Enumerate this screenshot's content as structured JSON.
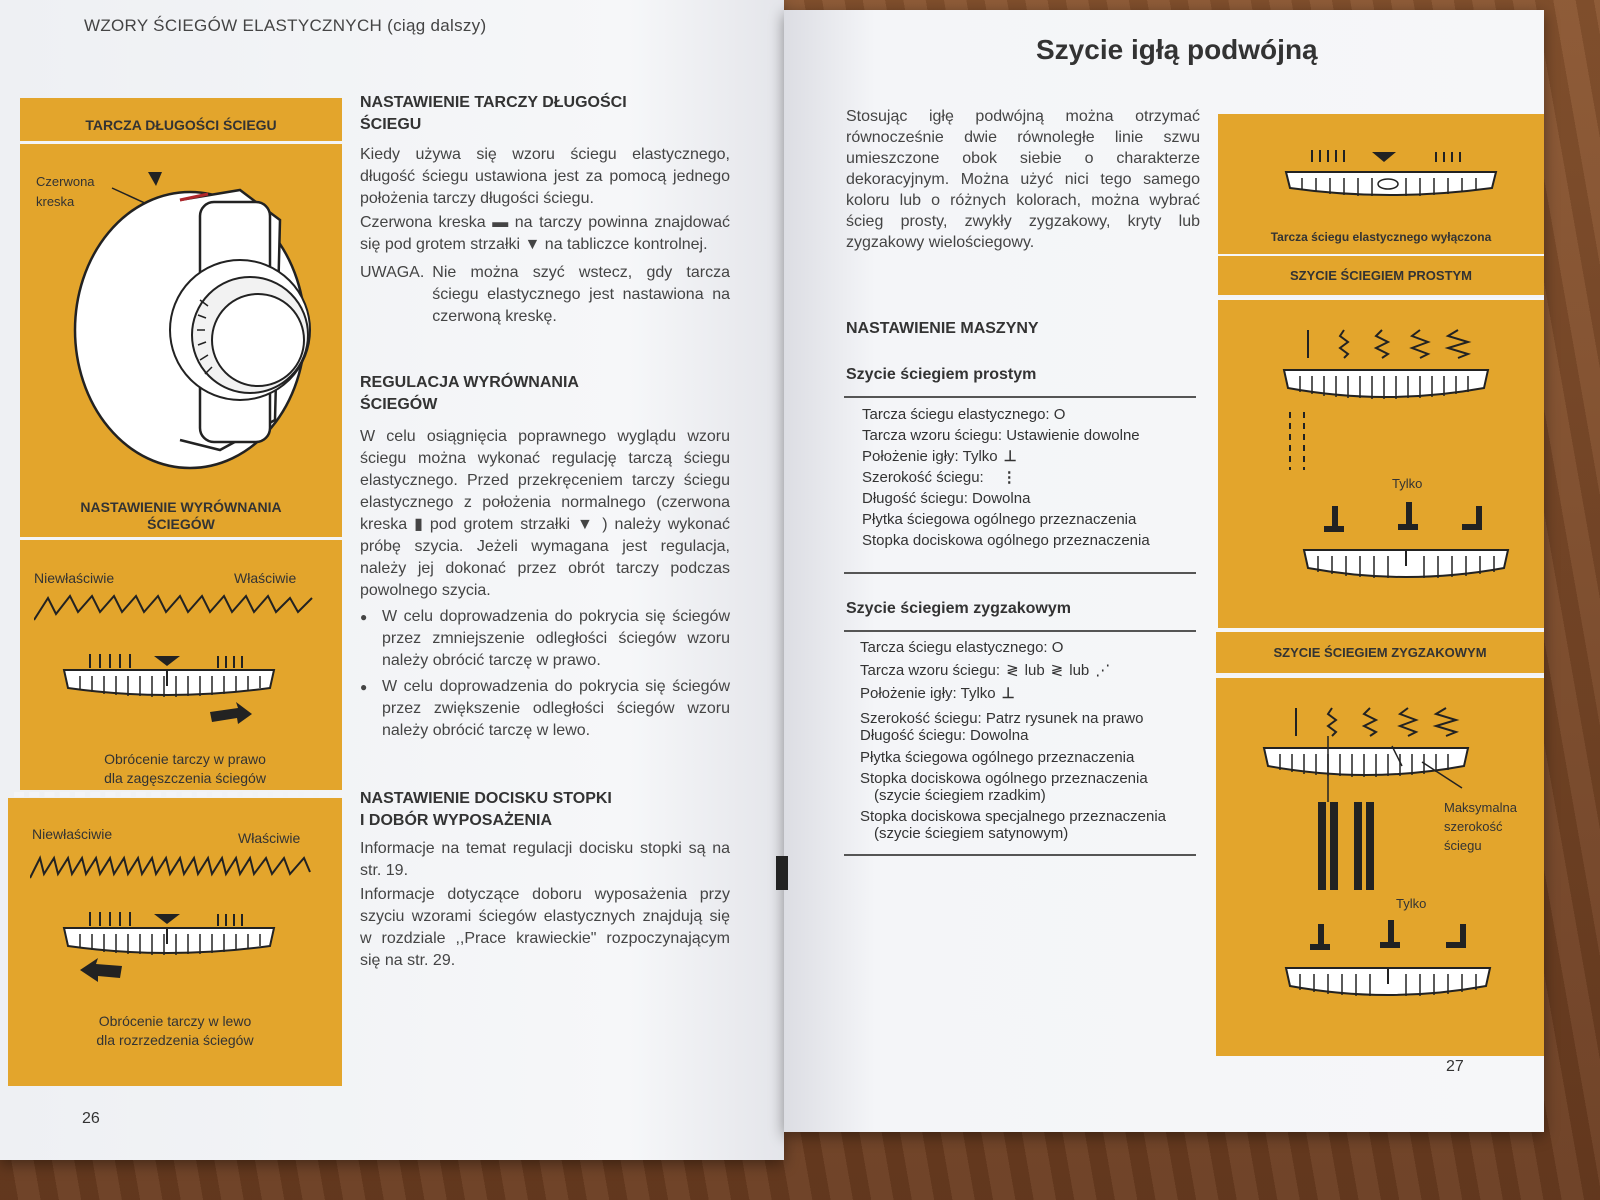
{
  "left_page": {
    "running_head": "WZORY ŚCIEGÓW ELASTYCZNYCH (ciąg dalszy)",
    "page_number": "26",
    "panel_dial": {
      "header": "TARCZA DŁUGOŚCI ŚCIEGU",
      "callout": "Czerwona kreska"
    },
    "panel_balance": {
      "header": "NASTAWIENIE WYRÓWNANIA ŚCIEGÓW",
      "top": {
        "wrong": "Niewłaściwie",
        "right": "Właściwie",
        "caption_1": "Obrócenie tarczy w prawo",
        "caption_2": "dla zagęszczenia ściegów"
      },
      "bottom": {
        "wrong": "Niewłaściwie",
        "right": "Właściwie",
        "caption_1": "Obrócenie tarczy w lewo",
        "caption_2": "dla rozrzedzenia ściegów"
      }
    },
    "section_1": {
      "heading_1": "NASTAWIENIE TARCZY DŁUGOŚCI",
      "heading_2": "ŚCIEGU",
      "p1": "Kiedy używa się wzoru ściegu elastycznego, długość ściegu ustawiona jest za pomocą jednego położenia tarczy długości ściegu.",
      "p2": "Czerwona kreska ▬ na tarczy powinna znajdować się pod grotem strzałki ▼ na tabliczce kontrolnej.",
      "p3_label": "UWAGA.",
      "p3": "Nie można szyć wstecz, gdy tarcza ściegu elastycznego jest nastawiona na czerwoną kreskę."
    },
    "section_2": {
      "heading_1": "REGULACJA WYRÓWNANIA",
      "heading_2": "ŚCIEGÓW",
      "p1": "W celu osiągnięcia poprawnego wyglądu wzoru ściegu można wykonać regulację tarczą ściegu elastycznego. Przed przekręceniem tarczy ściegu elastycznego z położenia normalnego (czerwona kreska ▮ pod grotem strzałki ▼ ) należy wykonać próbę szycia. Jeżeli wymagana jest regulacja, należy jej dokonać przez obrót tarczy podczas powolnego szycia.",
      "b1": "W celu doprowadzenia do pokrycia się ściegów przez zmniejszenie odległości ściegów wzoru należy obrócić tarczę w prawo.",
      "b2": "W celu doprowadzenia do pokrycia się ściegów przez zwiększenie odległości ściegów wzoru należy obrócić tarczę w lewo."
    },
    "section_3": {
      "heading_1": "NASTAWIENIE DOCISKU STOPKI",
      "heading_2": "I DOBÓR WYPOSAŻENIA",
      "p1": "Informacje na temat regulacji docisku stopki są na str. 19.",
      "p2": "Informacje dotyczące doboru wyposażenia przy szyciu wzorami ściegów elastycznych znajdują się w rozdziale ,,Prace krawieckie\" rozpoczynającym się na str. 29."
    }
  },
  "right_page": {
    "title": "Szycie igłą podwójną",
    "page_number": "27",
    "intro": "Stosując igłę podwójną można otrzymać równocześnie dwie równoległe linie szwu umieszczone obok siebie o charakterze dekoracyjnym. Można użyć nici tego samego koloru lub o różnych kolorach, można wybrać ścieg prosty, zwykły zygzakowy, kryty lub zygzakowy wielościegowy.",
    "machine_heading": "NASTAWIENIE MASZYNY",
    "straight": {
      "heading": "Szycie ściegiem prostym",
      "rows": [
        "Tarcza ściegu elastycznego: O",
        "Tarcza wzoru ściegu: Ustawienie dowolne",
        "Położenie igły: Tylko",
        "Szerokość ściegu:",
        "Długość ściegu: Dowolna",
        "Płytka ściegowa ogólnego przeznaczenia",
        "Stopka dociskowa ogólnego przeznaczenia"
      ]
    },
    "zigzag": {
      "heading": "Szycie ściegiem zygzakowym",
      "rows": [
        "Tarcza ściegu elastycznego: O",
        "Tarcza wzoru ściegu:",
        "Położenie igły: Tylko",
        "Szerokość ściegu: Patrz rysunek na prawo",
        "Długość ściegu: Dowolna",
        "Płytka ściegowa ogólnego przeznaczenia",
        "Stopka dociskowa ogólnego przeznaczenia",
        "(szycie ściegiem rzadkim)",
        "Stopka dociskowa specjalnego przeznaczenia",
        "(szycie ściegiem satynowym)"
      ],
      "lub": "lub"
    },
    "side_panels": {
      "top_caption": "Tarcza ściegu elastycznego wyłączona",
      "straight_header": "SZYCIE ŚCIEGIEM PROSTYM",
      "straight_only": "Tylko",
      "zigzag_header": "SZYCIE ŚCIEGIEM ZYGZAKOWYM",
      "max_width": "Maksymalna szerokość ściegu",
      "zigzag_only": "Tylko"
    }
  }
}
